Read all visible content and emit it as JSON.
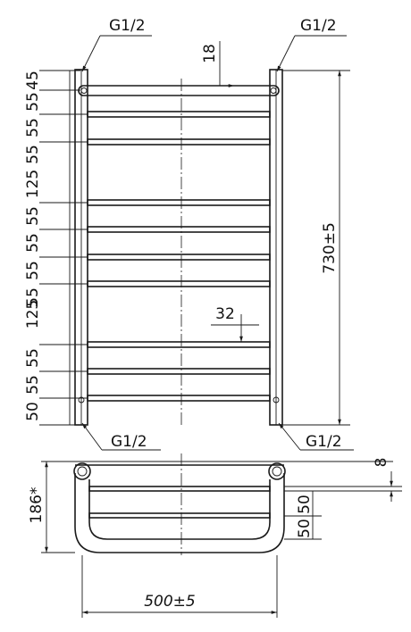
{
  "front_view": {
    "connections": [
      "G1/2",
      "G1/2",
      "G1/2",
      "G1/2"
    ],
    "top_offset": "18",
    "rung_spacing_labels": [
      "45",
      "55",
      "55",
      "55",
      "125",
      "55",
      "55",
      "55",
      "55",
      "125",
      "55",
      "55",
      "50"
    ],
    "overall_height": "730±5",
    "rung_diameter": "32"
  },
  "side_view": {
    "height": "186*",
    "shelf_offset": "8",
    "shelf_spacing": [
      "50",
      "50"
    ],
    "width": "500±5"
  }
}
